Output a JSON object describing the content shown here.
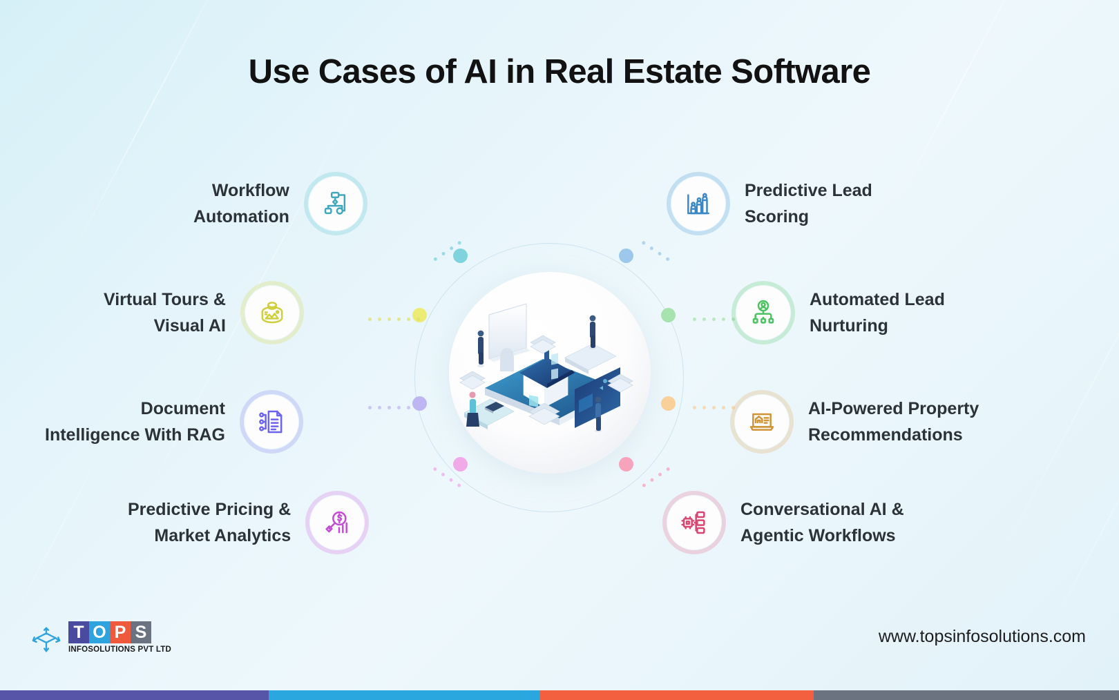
{
  "title": "Use Cases of AI in Real Estate Software",
  "center": {
    "illustration_name": "isometric-real-estate-ai-illustration",
    "description": "Isometric house on a blue platform with screens, data plates and business people"
  },
  "items_left": [
    {
      "label": "Workflow\nAutomation",
      "icon": "workflow-automation-icon",
      "color": "#5bc4d1",
      "dot": "#7fd3dd"
    },
    {
      "label": "Virtual Tours &\nVisual AI",
      "icon": "vr-panorama-icon",
      "color": "#d8d84a",
      "dot": "#e6e65e"
    },
    {
      "label": "Document\nIntelligence With RAG",
      "icon": "document-rag-icon",
      "color": "#6c63ef",
      "dot": "#b3adf2"
    },
    {
      "label": "Predictive Pricing &\nMarket Analytics",
      "icon": "price-analytics-icon",
      "color": "#c44bd4",
      "dot": "#eda8e6"
    }
  ],
  "items_right": [
    {
      "label": "Predictive Lead\nScoring",
      "icon": "lead-scoring-chart-icon",
      "color": "#4e9ad4",
      "dot": "#9ec7ec"
    },
    {
      "label": "Automated Lead\nNurturing",
      "icon": "lead-nurturing-icon",
      "color": "#59c96b",
      "dot": "#a7e3ae"
    },
    {
      "label": "AI-Powered Property\nRecommendations",
      "icon": "laptop-house-icon",
      "color": "#d3983f",
      "dot": "#f7cb95"
    },
    {
      "label": "Conversational AI &\nAgentic Workflows",
      "icon": "chip-network-icon",
      "color": "#d9456f",
      "dot": "#f4a0b8"
    }
  ],
  "footer": {
    "logo_letters": [
      "T",
      "O",
      "P",
      "S"
    ],
    "logo_letter_colors": [
      "#4a4a9e",
      "#2ea3dd",
      "#f05a3c",
      "#6b7280"
    ],
    "logo_tagline": "INFOSOLUTIONS PVT LTD",
    "logo_icon": "cube-arrows-icon",
    "website": "www.topsinfosolutions.com",
    "bar_colors": [
      "#5755a8",
      "#2aa7de",
      "#f2603f",
      "#6b7280"
    ]
  }
}
